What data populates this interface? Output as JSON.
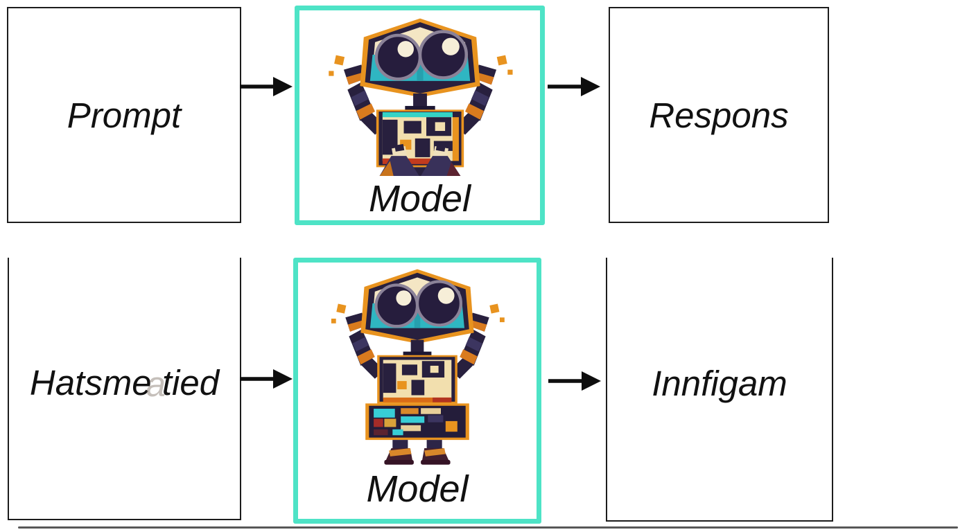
{
  "flow_top": {
    "input_label": "Prompt",
    "model_label": "Model",
    "output_label": "Respons"
  },
  "flow_bottom": {
    "input_label": "Hatsmetied",
    "input_before": "Hatsm",
    "input_glyph": "e",
    "input_glyph_ghost": "a",
    "input_after": "tied",
    "model_label": "Model",
    "output_label": "Innfigam"
  },
  "icons": {
    "model_icon": "robot-icon"
  },
  "colors": {
    "model_box_border": "#4ee3c6",
    "plain_box_border": "#1c1c1c",
    "arrow": "#0e0e0e",
    "text": "#111111",
    "robot_navy": "#28203e",
    "robot_orange": "#e8931f",
    "robot_cream": "#f2dfae",
    "robot_teal": "#2fb6c2",
    "background": "#ffffff"
  }
}
